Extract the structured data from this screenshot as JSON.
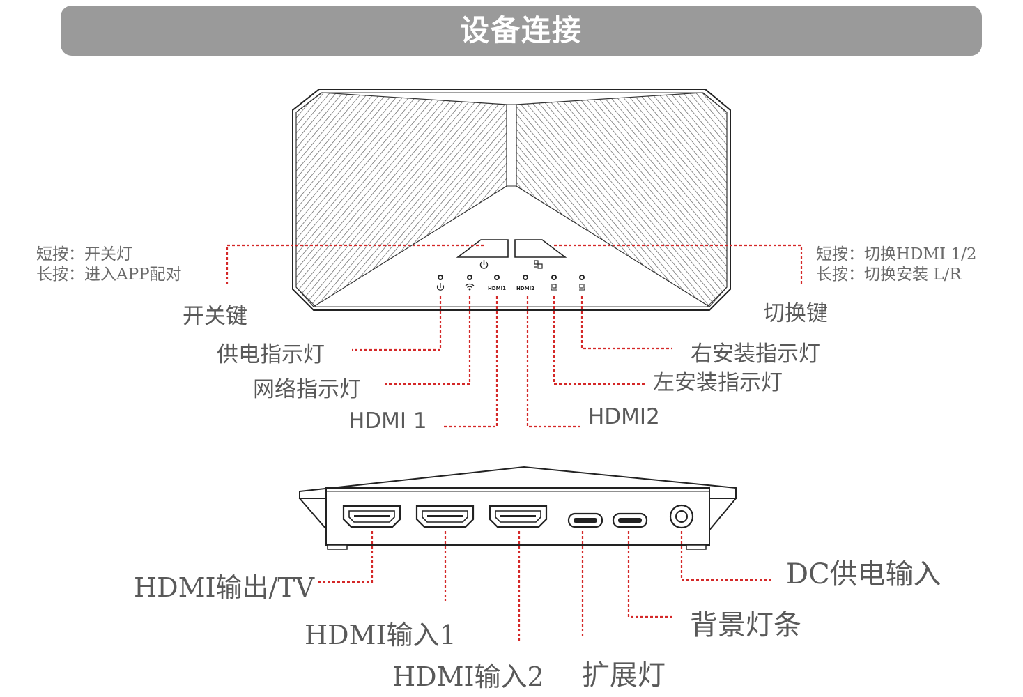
{
  "banner": {
    "title": "设备连接"
  },
  "top_device": {
    "power_button_icon": "power-icon",
    "switch_button_icon": "switch-icon",
    "indicator_labels": [
      "HDMI1",
      "HDMI2"
    ],
    "indicator_icons": [
      "power-icon",
      "wifi-icon",
      "left-install-icon",
      "right-install-icon"
    ],
    "labels": {
      "power_key": "开关键",
      "switch_key": "切换键",
      "power_indicator": "供电指示灯",
      "network_indicator": "网络指示灯",
      "hdmi1": "HDMI 1",
      "hdmi2": "HDMI2",
      "right_install": "右安装指示灯",
      "left_install": "左安装指示灯"
    },
    "notes": {
      "power_short": "短按：开关灯",
      "power_long": "长按：进入APP配对",
      "switch_short": "短按：切换HDMI 1/2",
      "switch_long": "长按：切换安装 L/R"
    }
  },
  "bottom_device": {
    "labels": {
      "hdmi_out": "HDMI输出/TV",
      "hdmi_in1": "HDMI输入1",
      "hdmi_in2": "HDMI输入2",
      "expand_light": "扩展灯",
      "backlight_strip": "背景灯条",
      "dc_power": "DC供电输入"
    }
  },
  "colors": {
    "banner_bg": "#9a9a9a",
    "banner_text": "#ffffff",
    "callout_line": "#d42828",
    "device_outline": "#222222",
    "label_text": "#595959"
  }
}
